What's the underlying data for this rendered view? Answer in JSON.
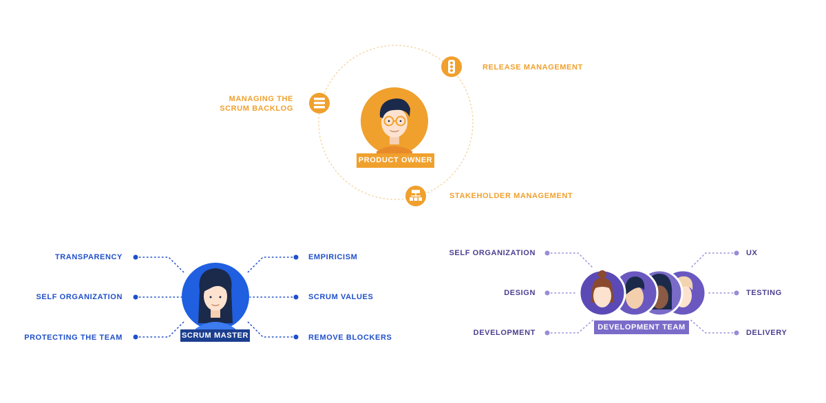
{
  "colors": {
    "product_owner": "#F0A02D",
    "scrum_master": "#1F4FC9",
    "scrum_master_badge": "#1B3E8F",
    "development_team": "#7B6BC9",
    "development_team_text": "#4B3E8F",
    "skin": "#FDE3CF",
    "hair_dark": "#1B2A4A"
  },
  "product_owner": {
    "badge": "PRODUCT OWNER",
    "items": {
      "backlog_line1": "MANAGING THE",
      "backlog_line2": "SCRUM BACKLOG",
      "release": "RELEASE MANAGEMENT",
      "stakeholder": "STAKEHOLDER MANAGEMENT"
    },
    "icons": [
      "backlog-list-icon",
      "traffic-light-icon",
      "org-chart-icon"
    ]
  },
  "scrum_master": {
    "badge": "SCRUM MASTER",
    "left_items": [
      "TRANSPARENCY",
      "SELF ORGANIZATION",
      "PROTECTING THE TEAM"
    ],
    "right_items": [
      "EMPIRICISM",
      "SCRUM VALUES",
      "REMOVE BLOCKERS"
    ]
  },
  "development_team": {
    "badge": "DEVELOPMENT TEAM",
    "left_items": [
      "SELF ORGANIZATION",
      "DESIGN",
      "DEVELOPMENT"
    ],
    "right_items": [
      "UX",
      "TESTING",
      "DELIVERY"
    ]
  }
}
